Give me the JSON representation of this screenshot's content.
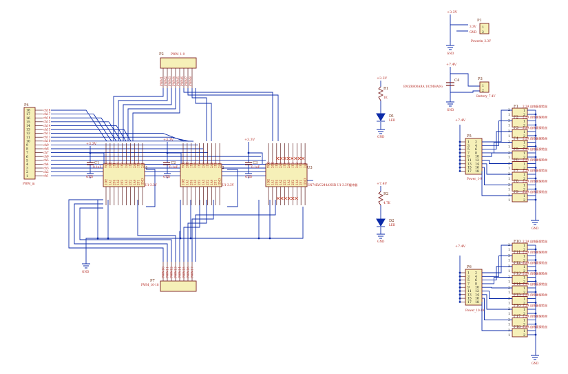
{
  "power_connectors": [
    {
      "ref": "P1",
      "name": "Powerin_3.3V",
      "pins": [
        "3.3V",
        "GND"
      ],
      "rail": "+3.3V",
      "gnd": "GND"
    },
    {
      "ref": "P3",
      "name": "Battery_7.4V",
      "pins": [
        "",
        ""
      ],
      "rail": "+7.4V",
      "gnd": "GND"
    }
  ],
  "regulator_cap": {
    "ref": "C4",
    "value": "EMZR800ARA 102MHA0G",
    "rail": "+7.4V",
    "gnd": "GND"
  },
  "leds": [
    {
      "ref": "D1",
      "label": "LED",
      "res_ref": "R1",
      "res_value": "1K",
      "rail": "+3.3V",
      "gnd": "GND"
    },
    {
      "ref": "D2",
      "label": "LED",
      "res_ref": "R2",
      "res_value": "4.7K",
      "rail": "+7.4V",
      "gnd": "GND"
    }
  ],
  "p4": {
    "ref": "P4",
    "name": "PWM_in",
    "pins": [
      "18",
      "17",
      "16",
      "15",
      "14",
      "13",
      "12",
      "11",
      "10",
      "9",
      "8",
      "7",
      "6",
      "5",
      "4",
      "3",
      "2",
      "1"
    ],
    "nets": [
      "ch18",
      "ch17",
      "ch16",
      "ch15",
      "ch14",
      "ch13",
      "ch12",
      "ch11",
      "ch10",
      "ch9",
      "ch8",
      "ch7",
      "ch6",
      "ch5",
      "ch4",
      "ch3",
      "ch2",
      "ch1"
    ]
  },
  "p2": {
    "ref": "P2",
    "name": "PWM_1-9"
  },
  "p7": {
    "ref": "P7",
    "name": "PWM_10-18"
  },
  "chips": [
    {
      "ref": "U1",
      "part": "SN74LVC244ANSR U1-3.3V",
      "cap_ref": "C1",
      "cap_value": "0.1uF",
      "rail": "+3.3V",
      "gnd": "GND"
    },
    {
      "ref": "U2",
      "part": "SN74LVC244ANSR U1-3.3V",
      "cap_ref": "C2",
      "cap_value": "0.1uF",
      "rail": "+3.3V",
      "gnd": "GND"
    },
    {
      "ref": "U3",
      "part": "SN74LVC244ANSR U1-3.3V缓冲器",
      "cap_ref": "C3",
      "cap_value": "0.1uF",
      "rail": "+3.3V",
      "gnd": "GND"
    }
  ],
  "chip_pins_top": [
    "VCC",
    "2OE",
    "1Y1",
    "2A4",
    "1Y2",
    "2A3",
    "1Y3",
    "2A2",
    "1Y4",
    "2A1"
  ],
  "chip_pins_bot": [
    "1OE",
    "1A1",
    "2Y4",
    "1A2",
    "2Y3",
    "1A3",
    "2Y2",
    "1A4",
    "2Y1",
    "GND"
  ],
  "main_gnd": "GND",
  "p5": {
    "ref": "P5",
    "name": "Power_1-9",
    "rail": "+7.4V",
    "pins_left": [
      "1",
      "3",
      "5",
      "7",
      "9",
      "11",
      "13",
      "15",
      "17"
    ],
    "pins_right": [
      "2",
      "4",
      "6",
      "8",
      "10",
      "12",
      "14",
      "16",
      "18"
    ]
  },
  "p6": {
    "ref": "P6",
    "name": "Power_10-18",
    "rail": "+7.4V",
    "pins_left": [
      "1",
      "3",
      "5",
      "7",
      "9",
      "11",
      "13",
      "15",
      "17"
    ],
    "pins_right": [
      "2",
      "4",
      "6",
      "8",
      "10",
      "12",
      "14",
      "16",
      "18"
    ]
  },
  "fuse_label": "2.2A 自恢复保险丝",
  "fuses_top": [
    "F1",
    "F2",
    "F3",
    "F4",
    "F5",
    "F6",
    "F7",
    "F8",
    "F9"
  ],
  "fuses_bot": [
    "F10",
    "F11",
    "F12",
    "F13",
    "F14",
    "F15",
    "F16",
    "F17",
    "F18"
  ],
  "fuse_gnd": "GND"
}
